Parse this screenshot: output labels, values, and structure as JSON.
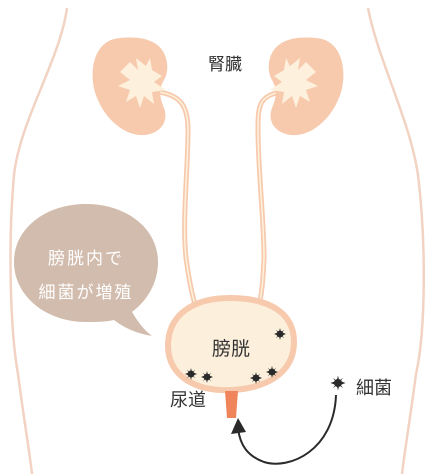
{
  "labels": {
    "kidney": "腎臓",
    "bladder": "膀胱",
    "urethra": "尿道",
    "bacteria": "細菌"
  },
  "bubble": {
    "line1": "膀胱内で",
    "line2": "細菌が増殖"
  },
  "colors": {
    "body_outline": "#f2d3c3",
    "kidney": "#f7c9ad",
    "kidney_inner": "#fdf0dc",
    "bladder_fill": "#fcefdc",
    "bladder_outline": "#f7c9ad",
    "urethra": "#f0845a",
    "bubble": "#d2bcae",
    "bacteria": "#2a2a2a",
    "arrow": "#2a2a2a"
  },
  "icons": {
    "bacteria": "spiky-dot-icon",
    "arrow": "curved-arrow-icon"
  }
}
